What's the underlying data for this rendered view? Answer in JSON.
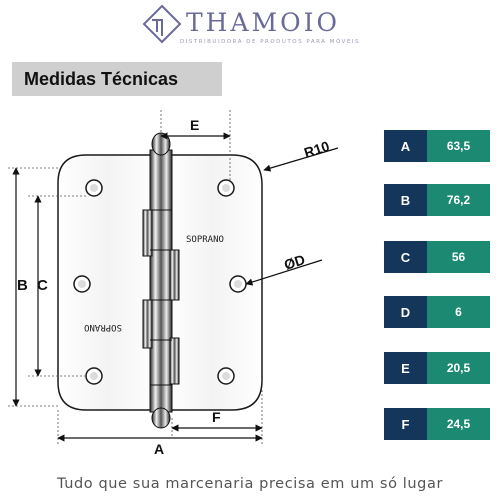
{
  "brand": {
    "name": "THAMOIO",
    "tagline": "DISTRIBUIDORA DE PRODUTOS PARA MÓVEIS",
    "color": "#6a6a9a"
  },
  "section": {
    "title": "Medidas Técnicas"
  },
  "drawing": {
    "labels": {
      "A": "A",
      "B": "B",
      "C": "C",
      "D": "ØD",
      "E": "E",
      "F": "F",
      "radius": "R10"
    },
    "stamp": "SOPRANO"
  },
  "measures": [
    {
      "key": "A",
      "value": "63,5"
    },
    {
      "key": "B",
      "value": "76,2"
    },
    {
      "key": "C",
      "value": "56"
    },
    {
      "key": "D",
      "value": "6"
    },
    {
      "key": "E",
      "value": "20,5"
    },
    {
      "key": "F",
      "value": "24,5"
    }
  ],
  "colors": {
    "key_bg": "#14365a",
    "value_bg": "#1c8a72",
    "header_bg": "#cfcfcf"
  },
  "footer": {
    "text": "Tudo que sua marcenaria precisa em um só lugar"
  }
}
